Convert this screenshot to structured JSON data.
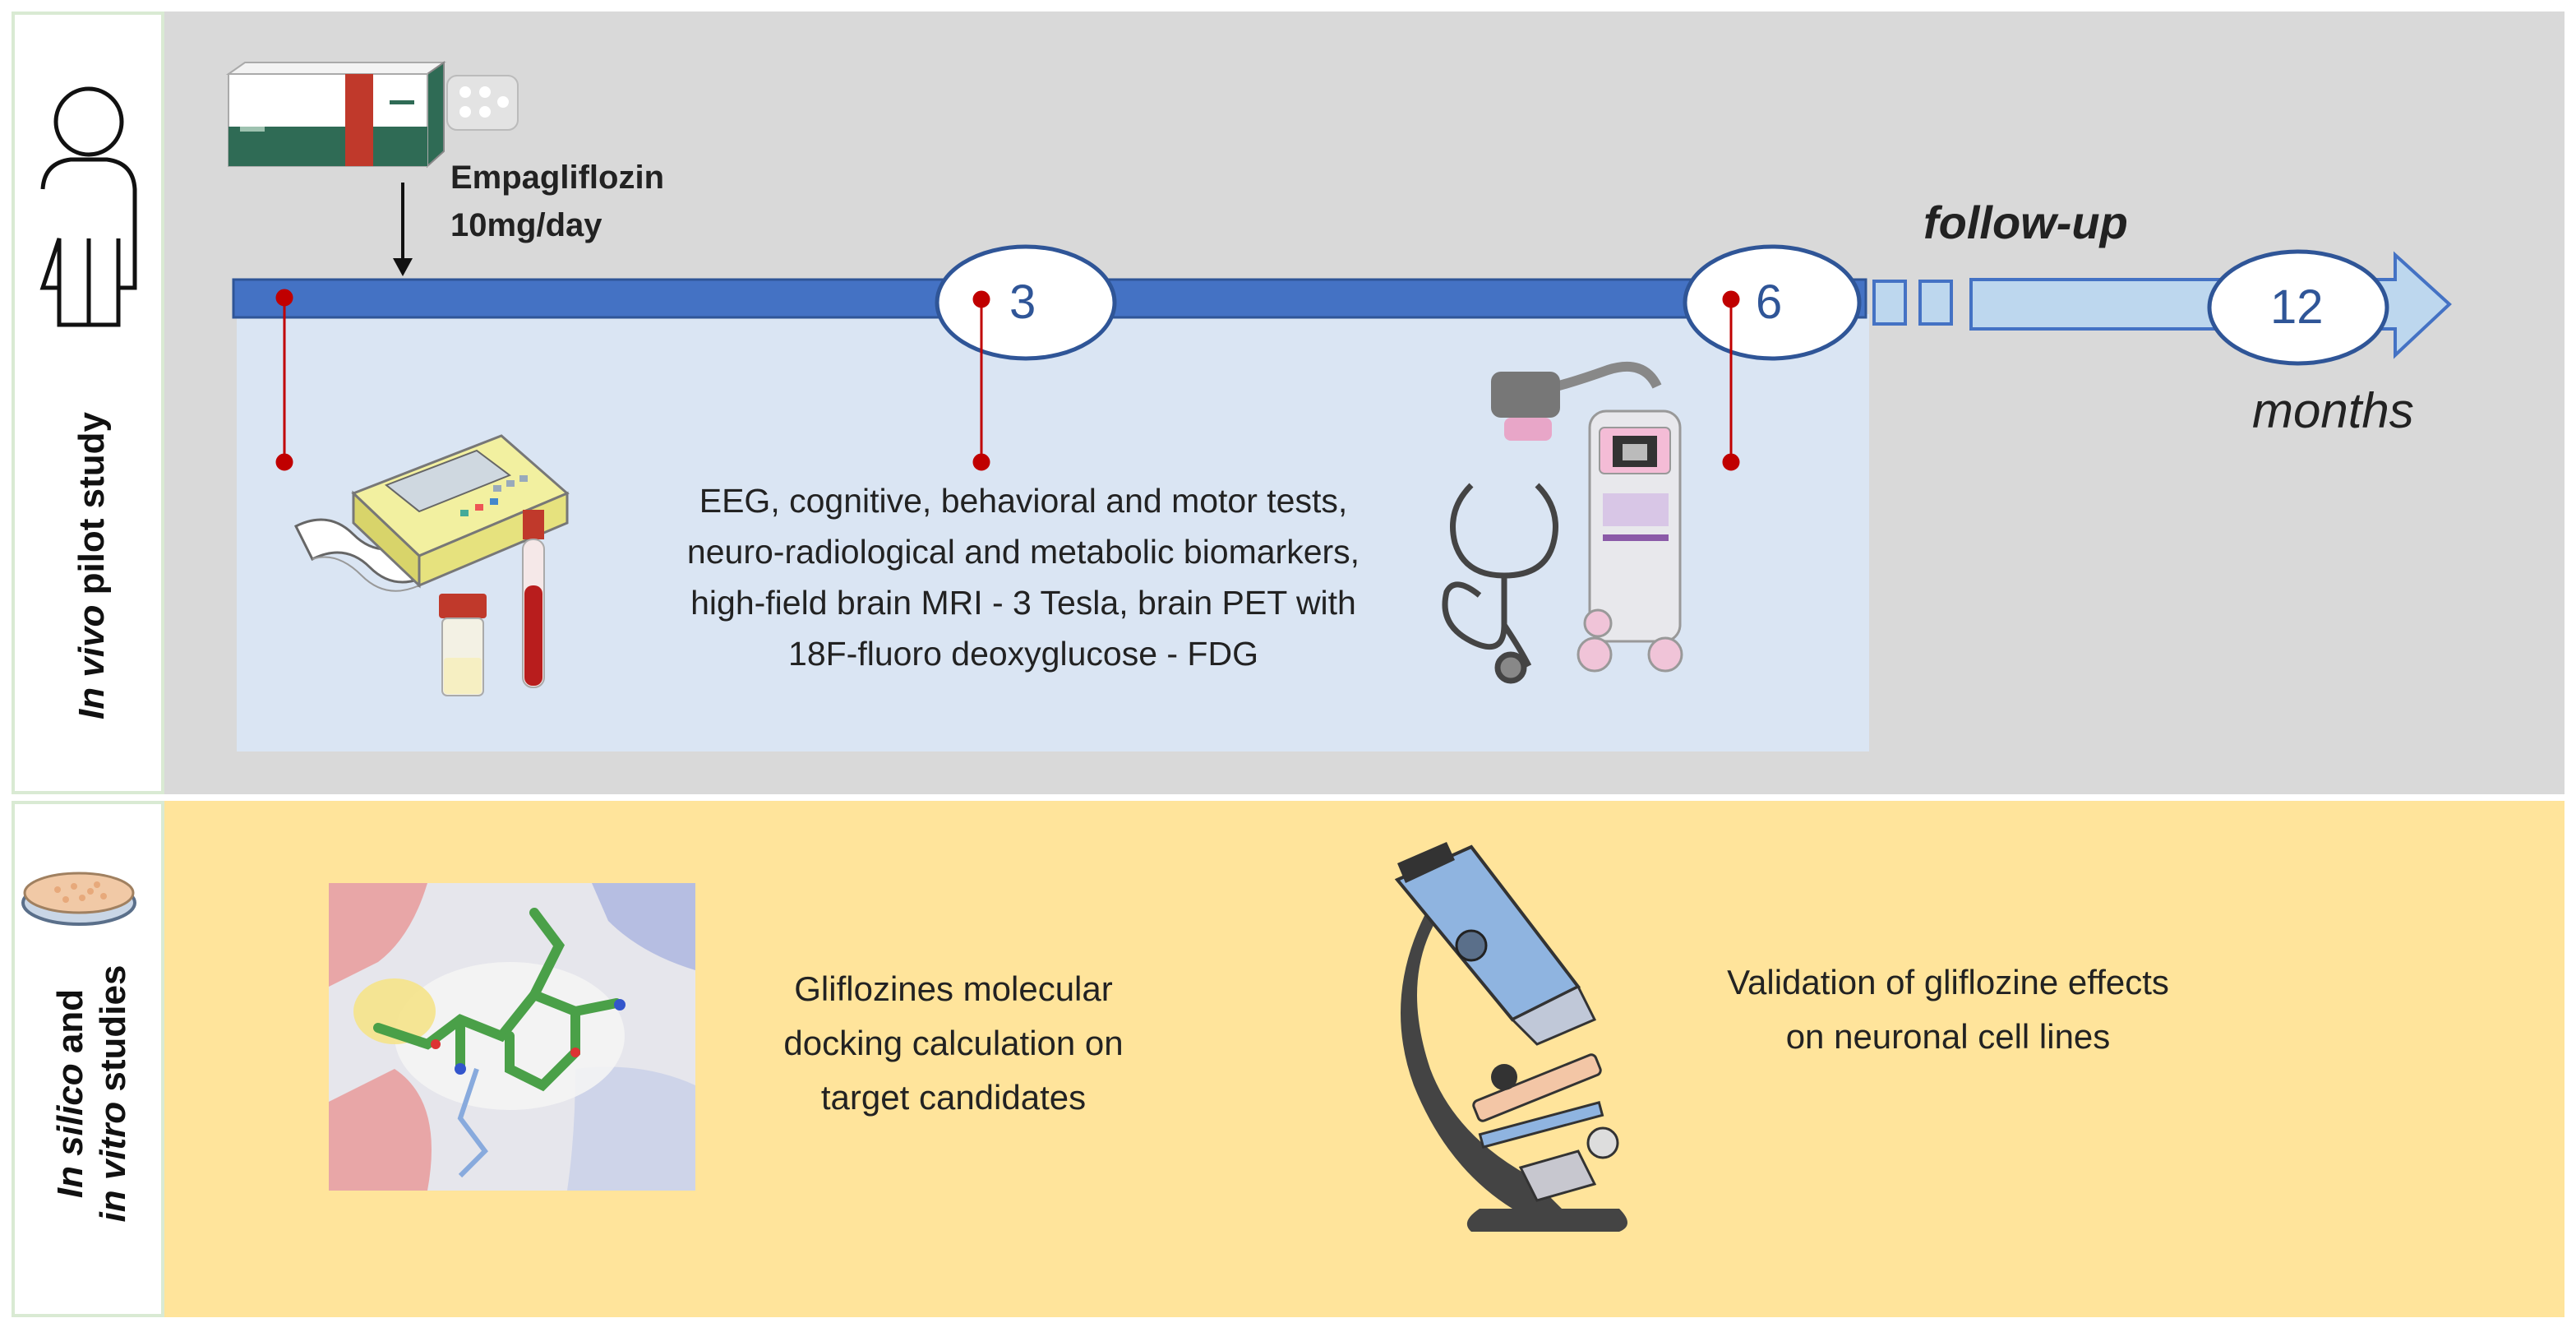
{
  "side_labels": {
    "top": {
      "italic": "In vivo",
      "rest": " pilot study"
    },
    "bottom": {
      "line1_italic": "In silico",
      "line1_rest": " and",
      "line2_italic": "in vitro",
      "line2_rest": " studies"
    }
  },
  "timeline": {
    "drug_name": "Empagliflozin",
    "drug_dose": "10mg/day",
    "follow_up": "follow-up",
    "unit": "months",
    "milestones": [
      "3",
      "6",
      "12"
    ]
  },
  "assessments": [
    "EEG, cognitive, behavioral and motor tests,",
    "neuro-radiological and metabolic biomarkers,",
    "high-field brain MRI - 3 Tesla, brain PET with",
    "18F-fluoro deoxyglucose - FDG"
  ],
  "studies": {
    "docking": [
      "Gliflozines molecular",
      "docking calculation on",
      "target candidates"
    ],
    "validation": [
      "Validation of gliflozine effects",
      "on neuronal cell lines"
    ]
  },
  "colors": {
    "timeline_blue": "#4472c4",
    "followup_blue": "#bdd7ee",
    "milestone_text": "#2f5597",
    "marker_red": "#c00000",
    "in_vivo_panel": "#d9d9d9",
    "in_vitro_panel": "#ffe49b",
    "assessment_box": "#dae5f3"
  },
  "icons": [
    "person-icon",
    "drug-box-icon",
    "ecg-machine-icon",
    "urine-sample-icon",
    "blood-tube-icon",
    "stethoscope-icon",
    "mri-scanner-icon",
    "petri-dish-icon",
    "molecular-docking-image",
    "microscope-icon"
  ]
}
